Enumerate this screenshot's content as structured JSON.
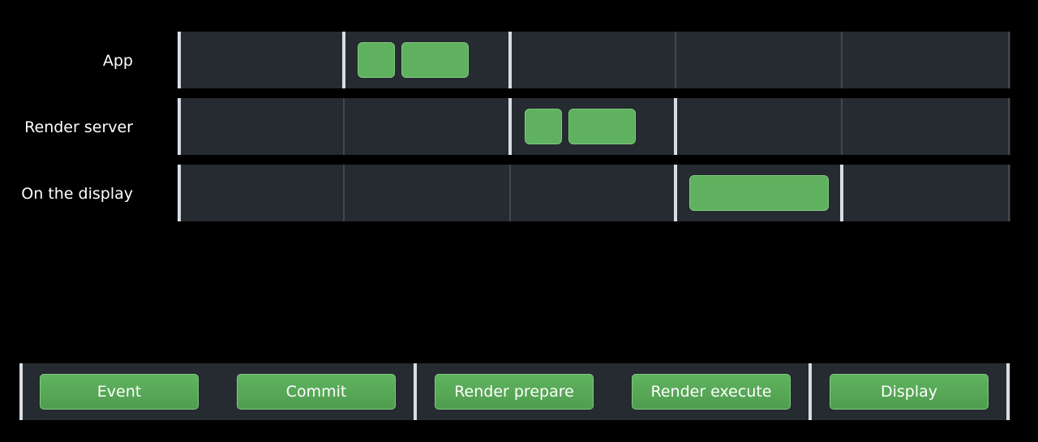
{
  "lanes": [
    {
      "label": "App"
    },
    {
      "label": "Render server"
    },
    {
      "label": "On the display"
    }
  ],
  "colors": {
    "background": "#000000",
    "track": "#262a31",
    "frame_divider": "#42464d",
    "vsync_marker": "#d9dde3",
    "work_block": "#5fb05f"
  },
  "legend": {
    "phases": [
      "Event",
      "Commit",
      "Render prepare",
      "Render execute",
      "Display"
    ]
  }
}
